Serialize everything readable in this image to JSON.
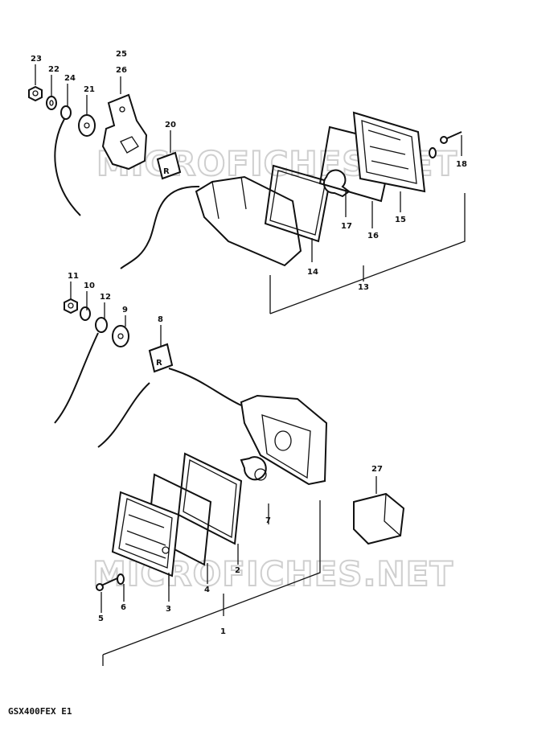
{
  "watermark": "MICROFICHES.NET",
  "drawing_code": "GSX400FEX E1",
  "callouts": {
    "p1": "1",
    "p2": "2",
    "p3": "3",
    "p4": "4",
    "p5": "5",
    "p6": "6",
    "p7": "7",
    "p8": "8",
    "p9": "9",
    "p10": "10",
    "p11": "11",
    "p12": "12",
    "p13": "13",
    "p14": "14",
    "p15": "15",
    "p16": "16",
    "p17": "17",
    "p18": "18",
    "p20": "20",
    "p21": "21",
    "p22": "22",
    "p23": "23",
    "p24": "24",
    "p25": "25",
    "p26": "26",
    "p27": "27"
  }
}
